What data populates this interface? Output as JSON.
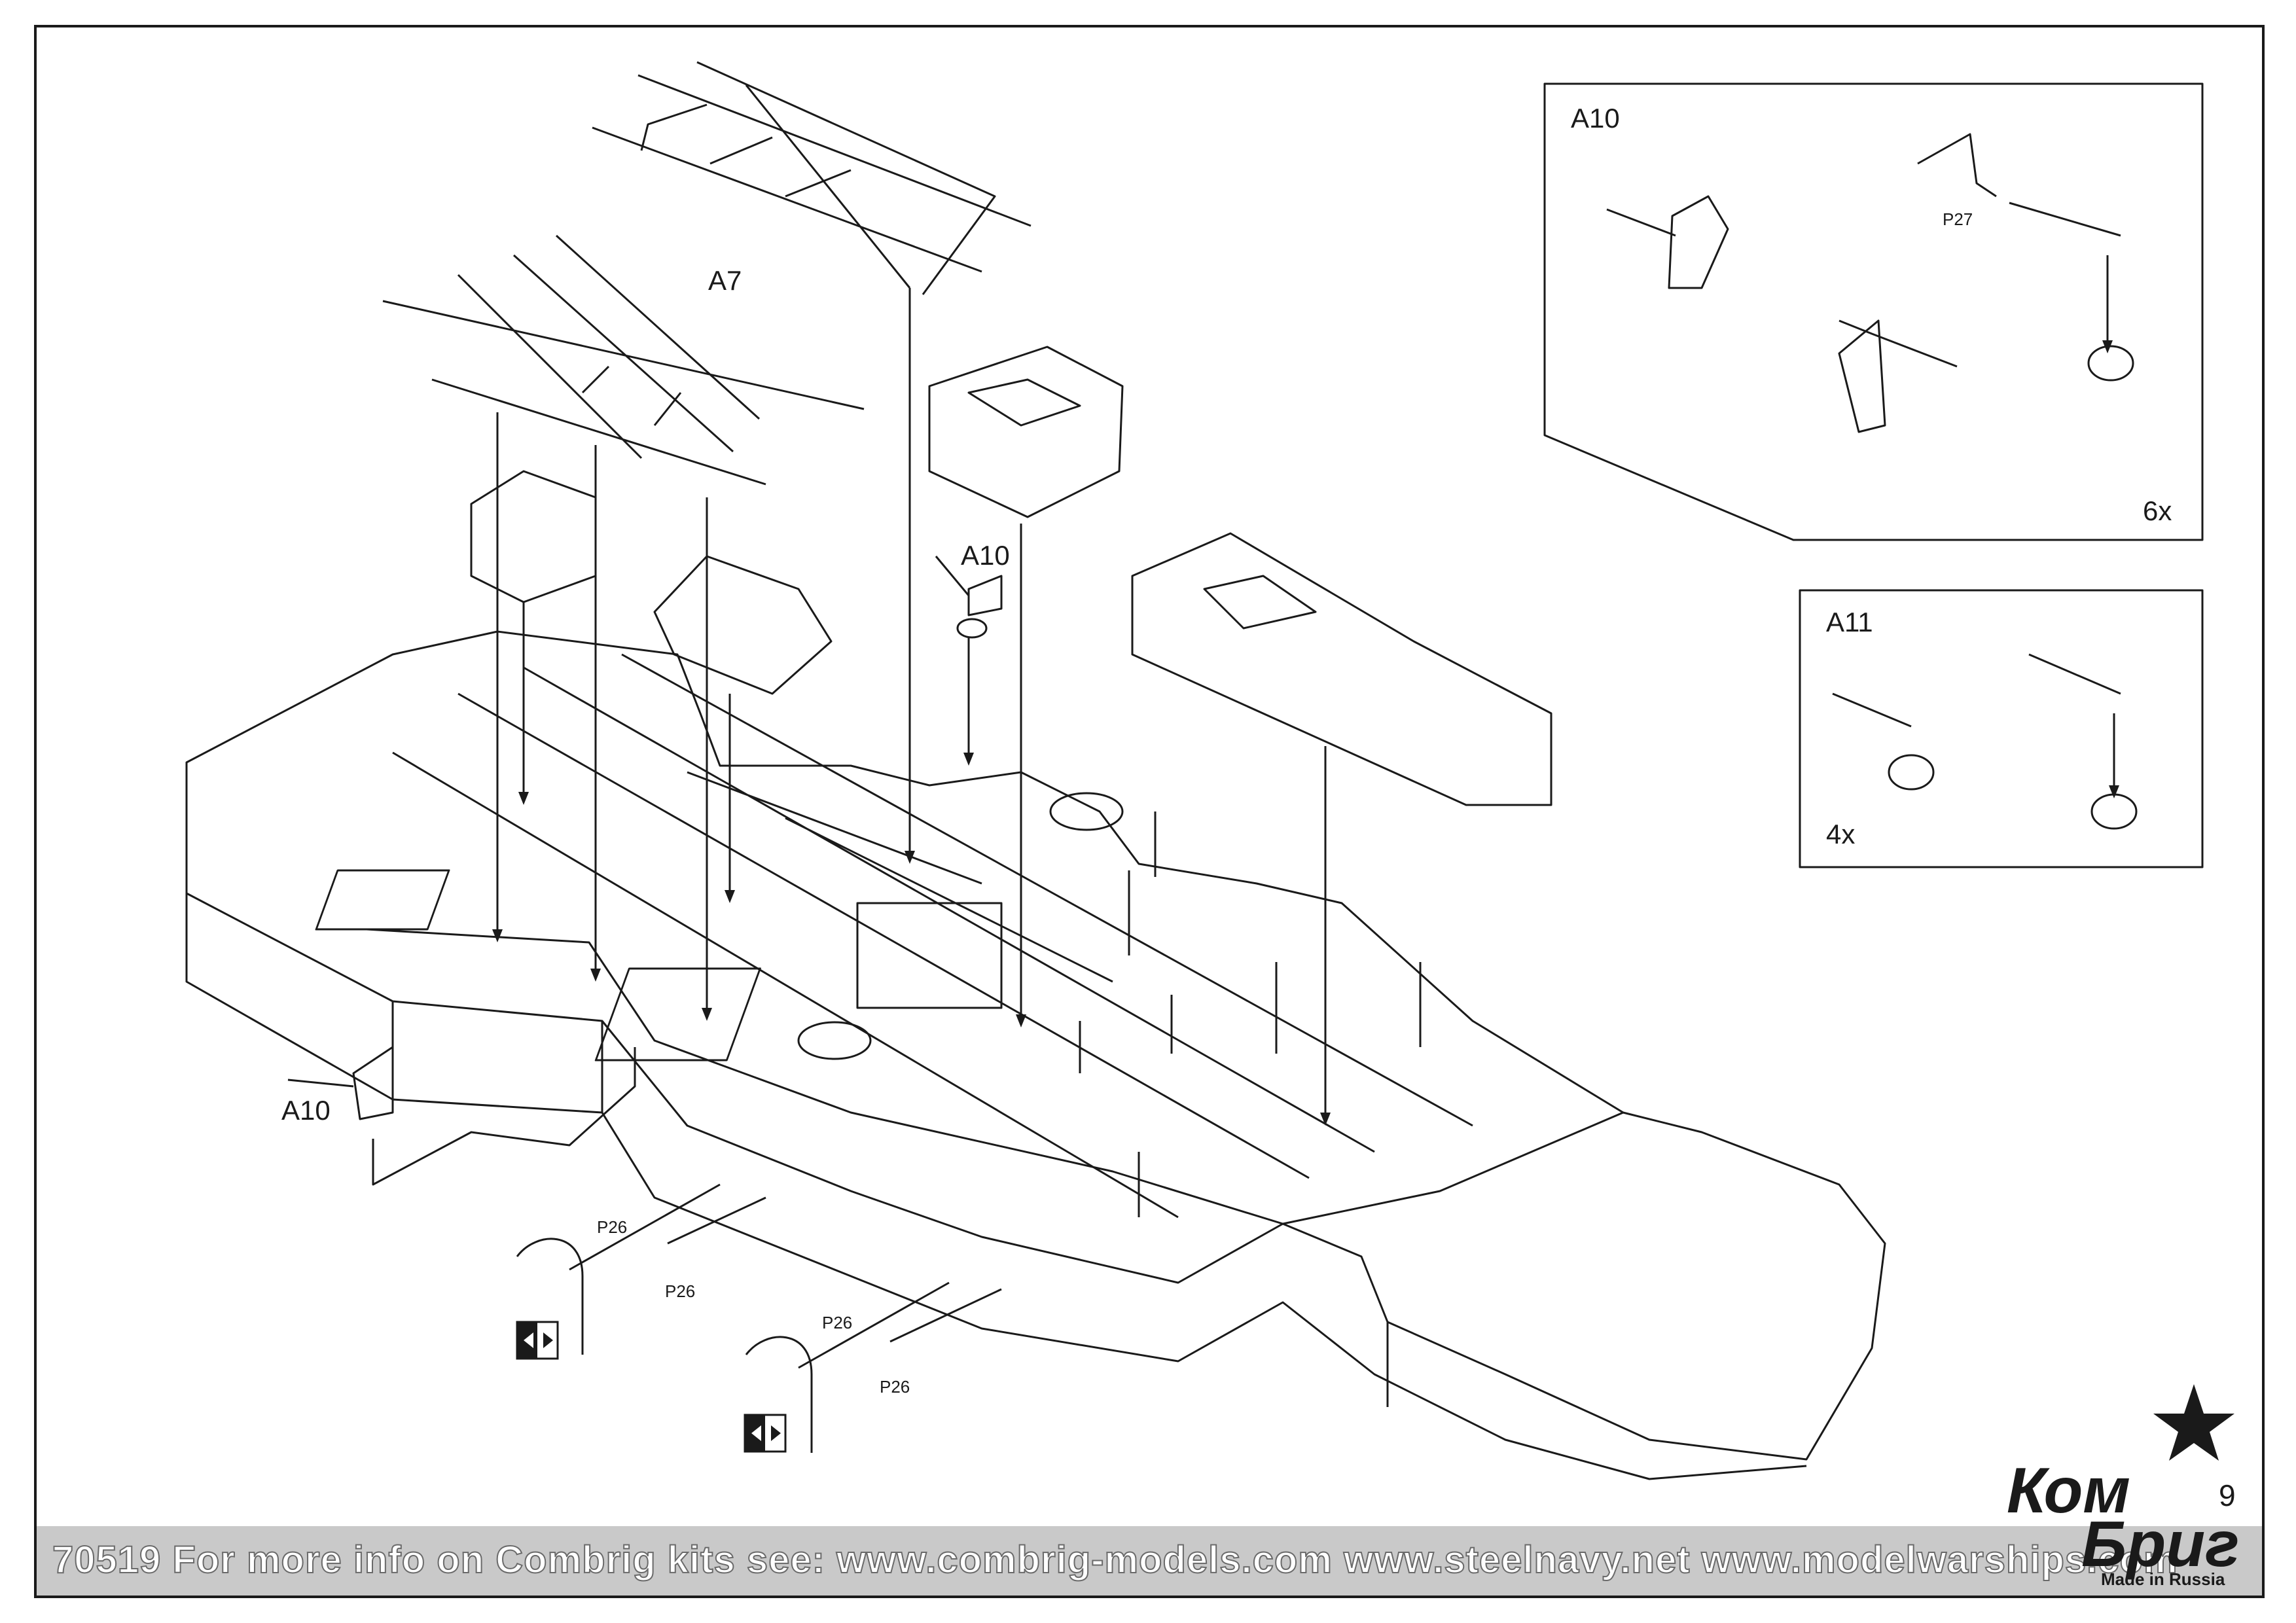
{
  "labels": {
    "a7": "A7",
    "a10_center": "A10",
    "a10_left": "A10",
    "p26_1": "P26",
    "p26_2": "P26",
    "p26_3": "P26",
    "p26_4": "P26"
  },
  "inset_a10": {
    "title": "A10",
    "part": "P27",
    "quantity": "6x"
  },
  "inset_a11": {
    "title": "A11",
    "quantity": "4x"
  },
  "footer": {
    "text": "70519   For more info on Combrig kits see: www.combrig-models.com www.steelnavy.net  www.modelwarships.com"
  },
  "logo": {
    "line1": "Ком",
    "line2": "Бриг",
    "tagline": "Made in Russia",
    "icon": "star-icon"
  },
  "page_number": "9",
  "icons": [
    "arrow-left-box-icon",
    "arrow-left-box-icon"
  ]
}
